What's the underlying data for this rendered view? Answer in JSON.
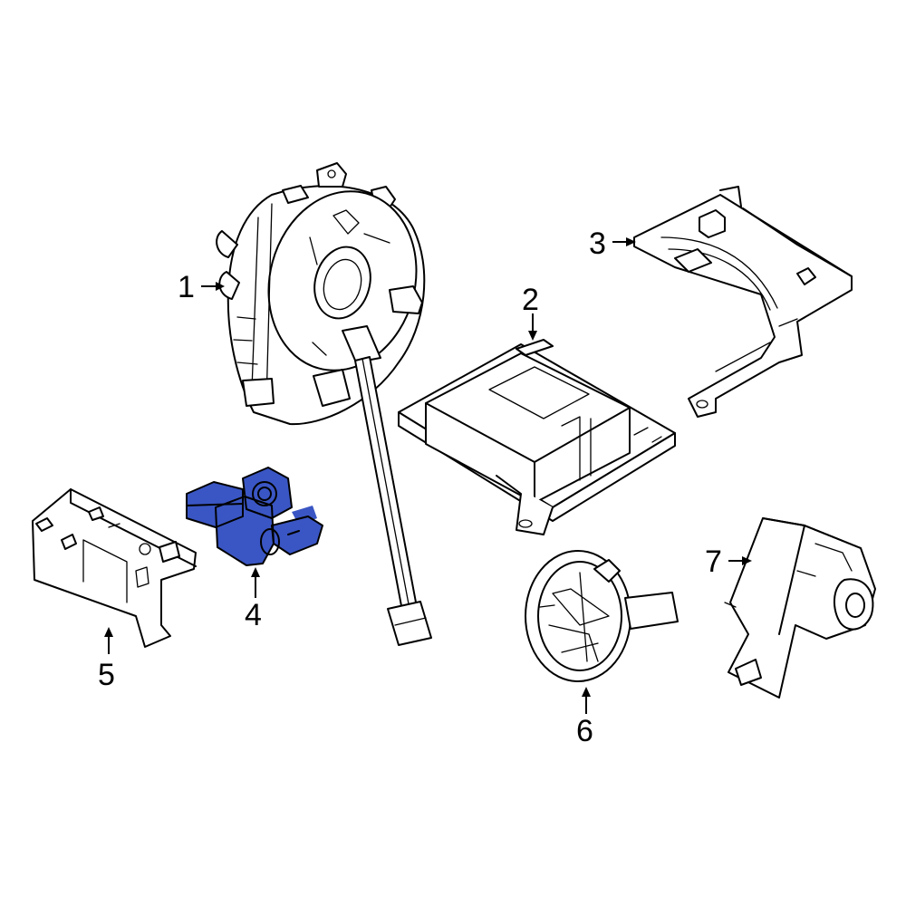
{
  "highlight_color": "#3a56c4",
  "parts": [
    {
      "id": "1",
      "label": "1"
    },
    {
      "id": "2",
      "label": "2"
    },
    {
      "id": "3",
      "label": "3"
    },
    {
      "id": "4",
      "label": "4",
      "highlighted": true
    },
    {
      "id": "5",
      "label": "5"
    },
    {
      "id": "6",
      "label": "6"
    },
    {
      "id": "7",
      "label": "7"
    }
  ]
}
